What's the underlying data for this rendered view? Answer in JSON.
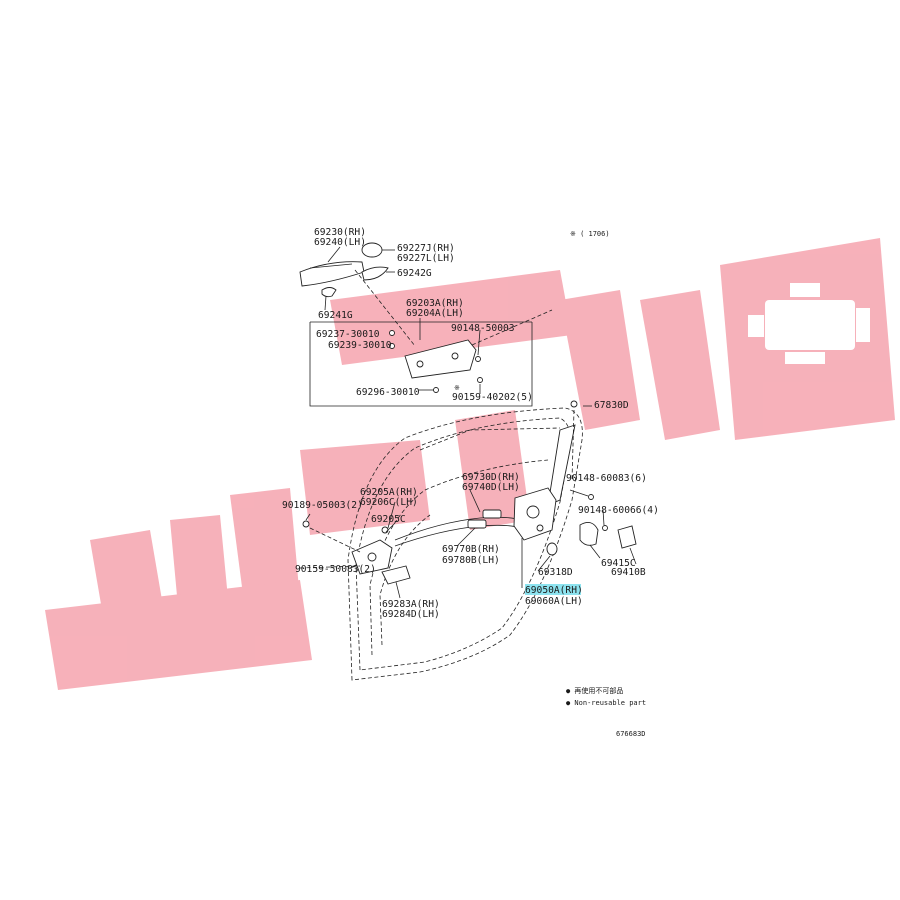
{
  "watermark": {
    "color": "#f6a9b3",
    "logo_icon": "engine-icon"
  },
  "note_top": "※ (    1706)",
  "labels": {
    "p69230": "69230(RH)",
    "p69240": "69240(LH)",
    "p69227J": "69227J(RH)",
    "p69227L": "69227L(LH)",
    "p69242G": "69242G",
    "p69241G": "69241G",
    "p69203A": "69203A(RH)",
    "p69204A": "69204A(LH)",
    "p69237": "69237-30010",
    "p69239": "69239-30010",
    "p90148_50003": "90148-50003",
    "p69296": "69296-30010",
    "p90159_40202_mark": "※",
    "p90159_40202": "90159-40202(5)",
    "p67830": "67830D",
    "p69730": "69730D(RH)",
    "p69740": "69740D(LH)",
    "p90148_60083": "90148-60083(6)",
    "p90148_60066": "90148-60066(4)",
    "p90189": "90189-05003(2)",
    "p69205A": "69205A(RH)",
    "p69206C": "69206C(LH)",
    "p69205C": "69205C",
    "p69770B": "69770B(RH)",
    "p69780B": "69780B(LH)",
    "p90159_50083": "90159-50083(2)",
    "p69283A": "69283A(RH)",
    "p69284D": "69284D(LH)",
    "p69318D": "69318D",
    "p69415C": "69415C",
    "p69410B": "69410B",
    "p69050A": "69050A(RH)",
    "p69060A": "69060A(LH)"
  },
  "legend": {
    "jp": "● 再使用不可部品",
    "en": "● Non-reusable part"
  },
  "diagram_code": "676683D",
  "highlight_color": "#8de3ef",
  "red_text_color": "#c8102e"
}
